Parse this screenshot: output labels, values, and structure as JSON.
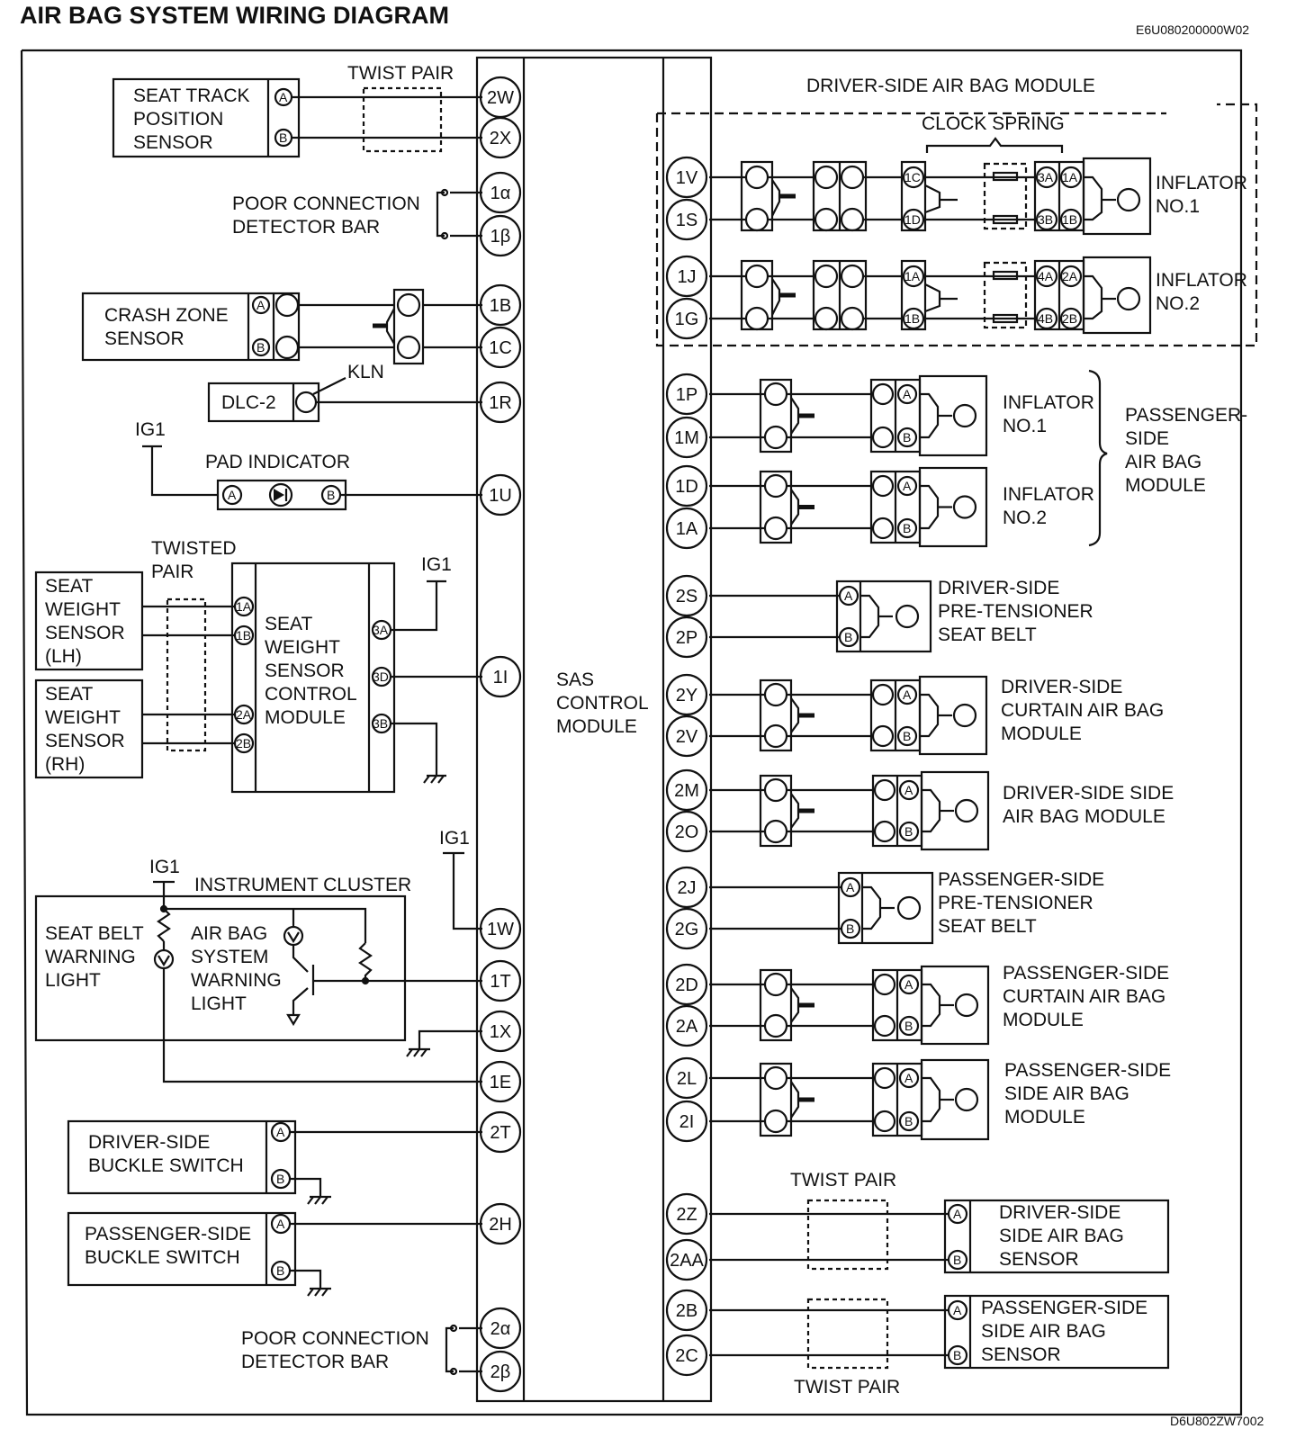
{
  "title": "AIR BAG SYSTEM WIRING DIAGRAM",
  "code_top": "E6U080200000W02",
  "code_bottom": "D6U802ZW7002",
  "sas_module": "SAS CONTROL MODULE",
  "left": {
    "twist_pair": "TWIST PAIR",
    "seat_track": [
      "SEAT TRACK",
      "POSITION",
      "SENSOR"
    ],
    "pcdb_top": [
      "POOR CONNECTION",
      "DETECTOR  BAR"
    ],
    "crash_zone": [
      "CRASH ZONE",
      "SENSOR"
    ],
    "dlc": "DLC-2",
    "kln": "KLN",
    "ig1": "IG1",
    "pad_indicator": "PAD INDICATOR",
    "twisted_pair": [
      "TWISTED",
      "PAIR"
    ],
    "sws_lh": [
      "SEAT",
      "WEIGHT",
      "SENSOR",
      "(LH)"
    ],
    "sws_rh": [
      "SEAT",
      "WEIGHT",
      "SENSOR",
      "(RH)"
    ],
    "swscm": [
      "SEAT",
      "WEIGHT",
      "SENSOR",
      "CONTROL",
      "MODULE"
    ],
    "instrument_cluster": "INSTRUMENT CLUSTER",
    "seat_belt_light": [
      "SEAT BELT",
      "WARNING",
      "LIGHT"
    ],
    "airbag_light": [
      "AIR BAG",
      "SYSTEM",
      "WARNING",
      "LIGHT"
    ],
    "driver_buckle": [
      "DRIVER-SIDE",
      "BUCKLE SWITCH"
    ],
    "passenger_buckle": [
      "PASSENGER-SIDE",
      "BUCKLE SWITCH"
    ],
    "pcdb_bottom": [
      "POOR CONNECTION",
      "DETECTOR BAR"
    ]
  },
  "right": {
    "driver_airbag_module": "DRIVER-SIDE AIR BAG MODULE",
    "clock_spring": "CLOCK SPRING",
    "inflator1": [
      "INFLATOR",
      "NO.1"
    ],
    "inflator2": [
      "INFLATOR",
      "NO.2"
    ],
    "passenger_airbag": [
      "PASSENGER-",
      "SIDE",
      "AIR BAG",
      "MODULE"
    ],
    "d_pretensioner": [
      "DRIVER-SIDE",
      "PRE-TENSIONER",
      "SEAT BELT"
    ],
    "d_curtain": [
      "DRIVER-SIDE",
      "CURTAIN AIR BAG",
      "MODULE"
    ],
    "d_side_airbag": [
      "DRIVER-SIDE SIDE",
      "AIR BAG MODULE"
    ],
    "p_pretensioner": [
      "PASSENGER-SIDE",
      "PRE-TENSIONER",
      "SEAT  BELT"
    ],
    "p_curtain": [
      "PASSENGER-SIDE",
      "CURTAIN AIR BAG",
      "MODULE"
    ],
    "p_side_airbag": [
      "PASSENGER-SIDE",
      "SIDE AIR BAG",
      "MODULE"
    ],
    "twist_pair": "TWIST  PAIR",
    "d_side_sensor": [
      "DRIVER-SIDE",
      "SIDE AIR BAG",
      "SENSOR"
    ],
    "p_side_sensor": [
      "PASSENGER-SIDE",
      "SIDE AIR BAG",
      "SENSOR"
    ]
  },
  "terminals_left": [
    "2W",
    "2X",
    "1α",
    "1β",
    "1B",
    "1C",
    "1R",
    "1U",
    "1I",
    "1W",
    "1T",
    "1X",
    "1E",
    "2T",
    "2H",
    "2α",
    "2β"
  ],
  "terminals_right": [
    "1V",
    "1S",
    "1J",
    "1G",
    "1P",
    "1M",
    "1D",
    "1A",
    "2S",
    "2P",
    "2Y",
    "2V",
    "2M",
    "2O",
    "2J",
    "2G",
    "2D",
    "2A",
    "2L",
    "2I",
    "2Z",
    "2AA",
    "2B",
    "2C"
  ],
  "pins": {
    "A": "A",
    "B": "B",
    "1A": "1A",
    "1B": "1B",
    "2A": "2A",
    "2B": "2B",
    "3A": "3A",
    "3B": "3B",
    "3D": "3D",
    "1C": "1C",
    "1D": "1D",
    "4A": "4A",
    "4B": "4B"
  }
}
